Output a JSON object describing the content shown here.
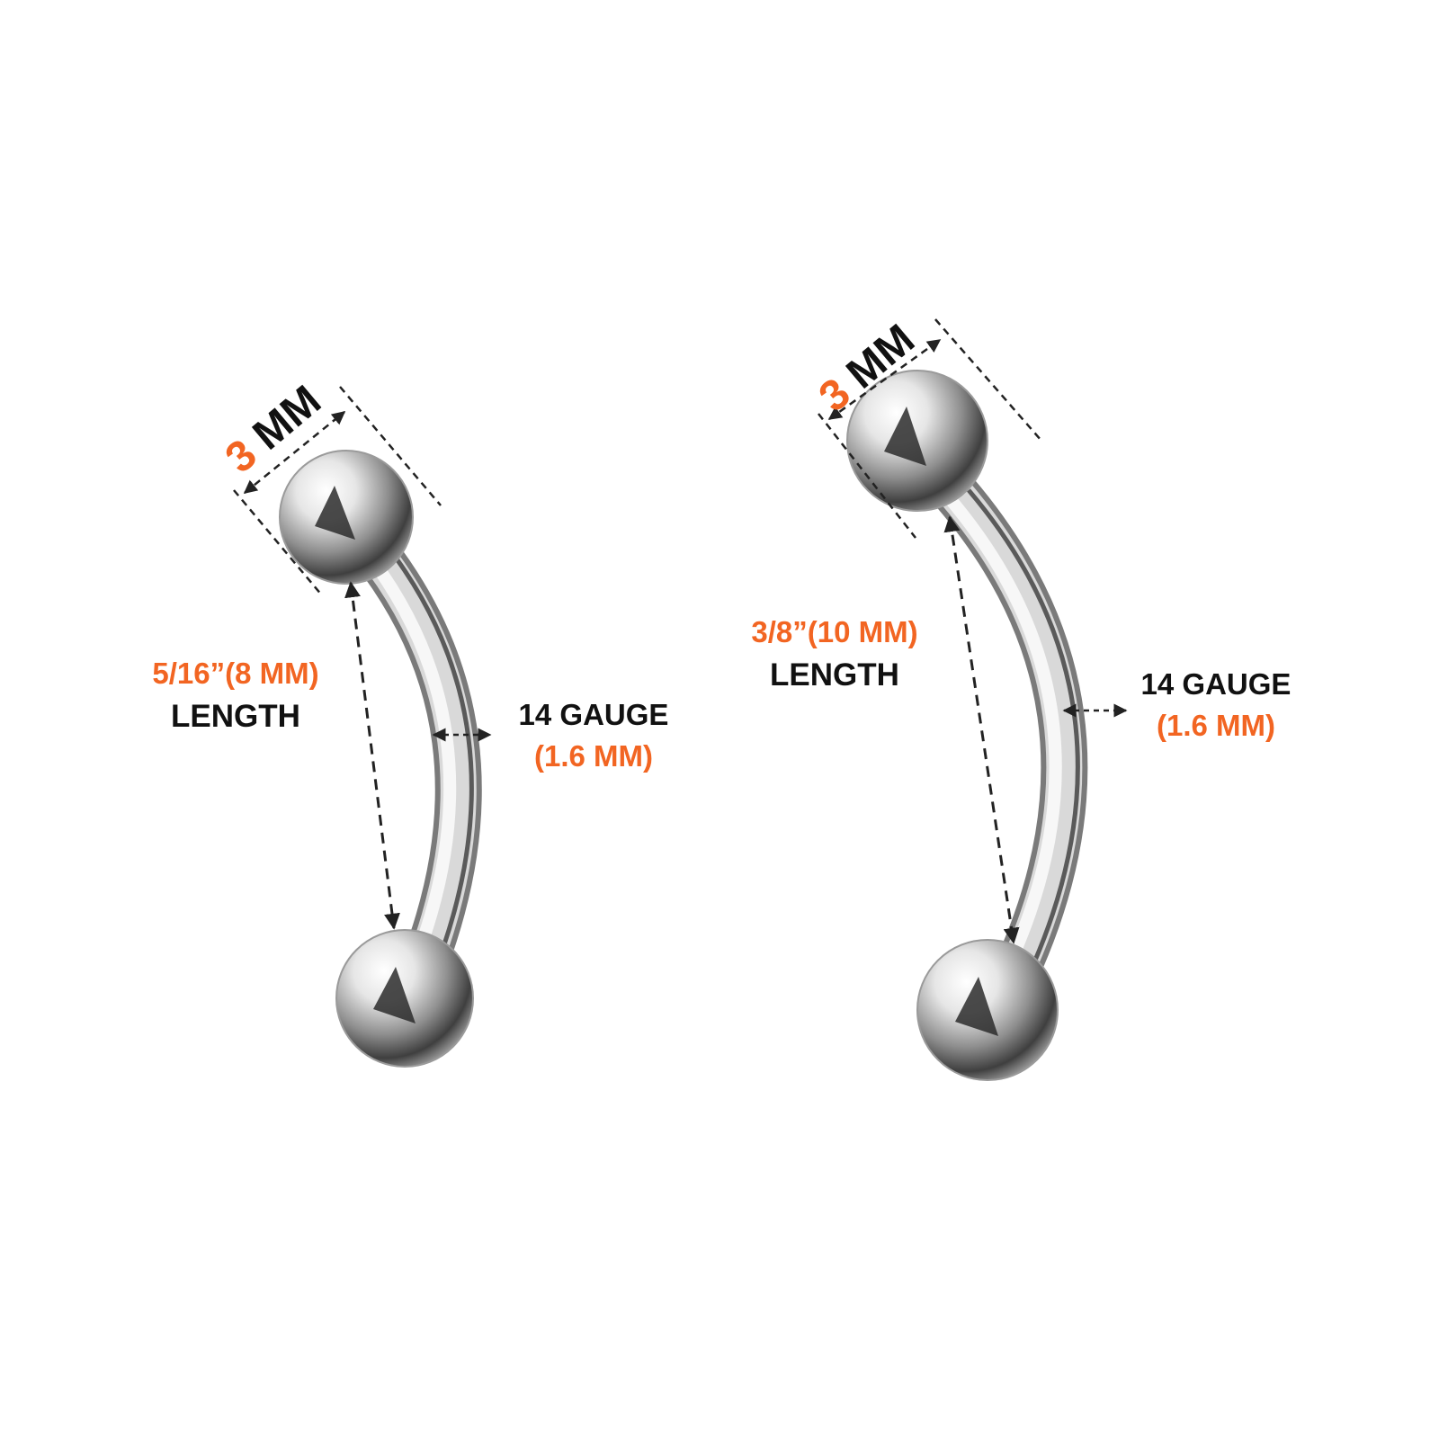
{
  "colors": {
    "accent_orange": "#f26522",
    "text_black": "#111111",
    "metal_light": "#f4f4f4",
    "metal_mid": "#bdbdbd",
    "metal_dark": "#3a3a3a",
    "dimension_line": "#222222"
  },
  "products": [
    {
      "ball_size": {
        "number": "3",
        "unit": "MM"
      },
      "length": {
        "value": "5/16”(8 MM)",
        "label": "LENGTH"
      },
      "gauge": {
        "label": "14 GAUGE",
        "value": "(1.6 MM)"
      }
    },
    {
      "ball_size": {
        "number": "3",
        "unit": "MM"
      },
      "length": {
        "value": "3/8”(10 MM)",
        "label": "LENGTH"
      },
      "gauge": {
        "label": "14 GAUGE",
        "value": "(1.6 MM)"
      }
    }
  ]
}
